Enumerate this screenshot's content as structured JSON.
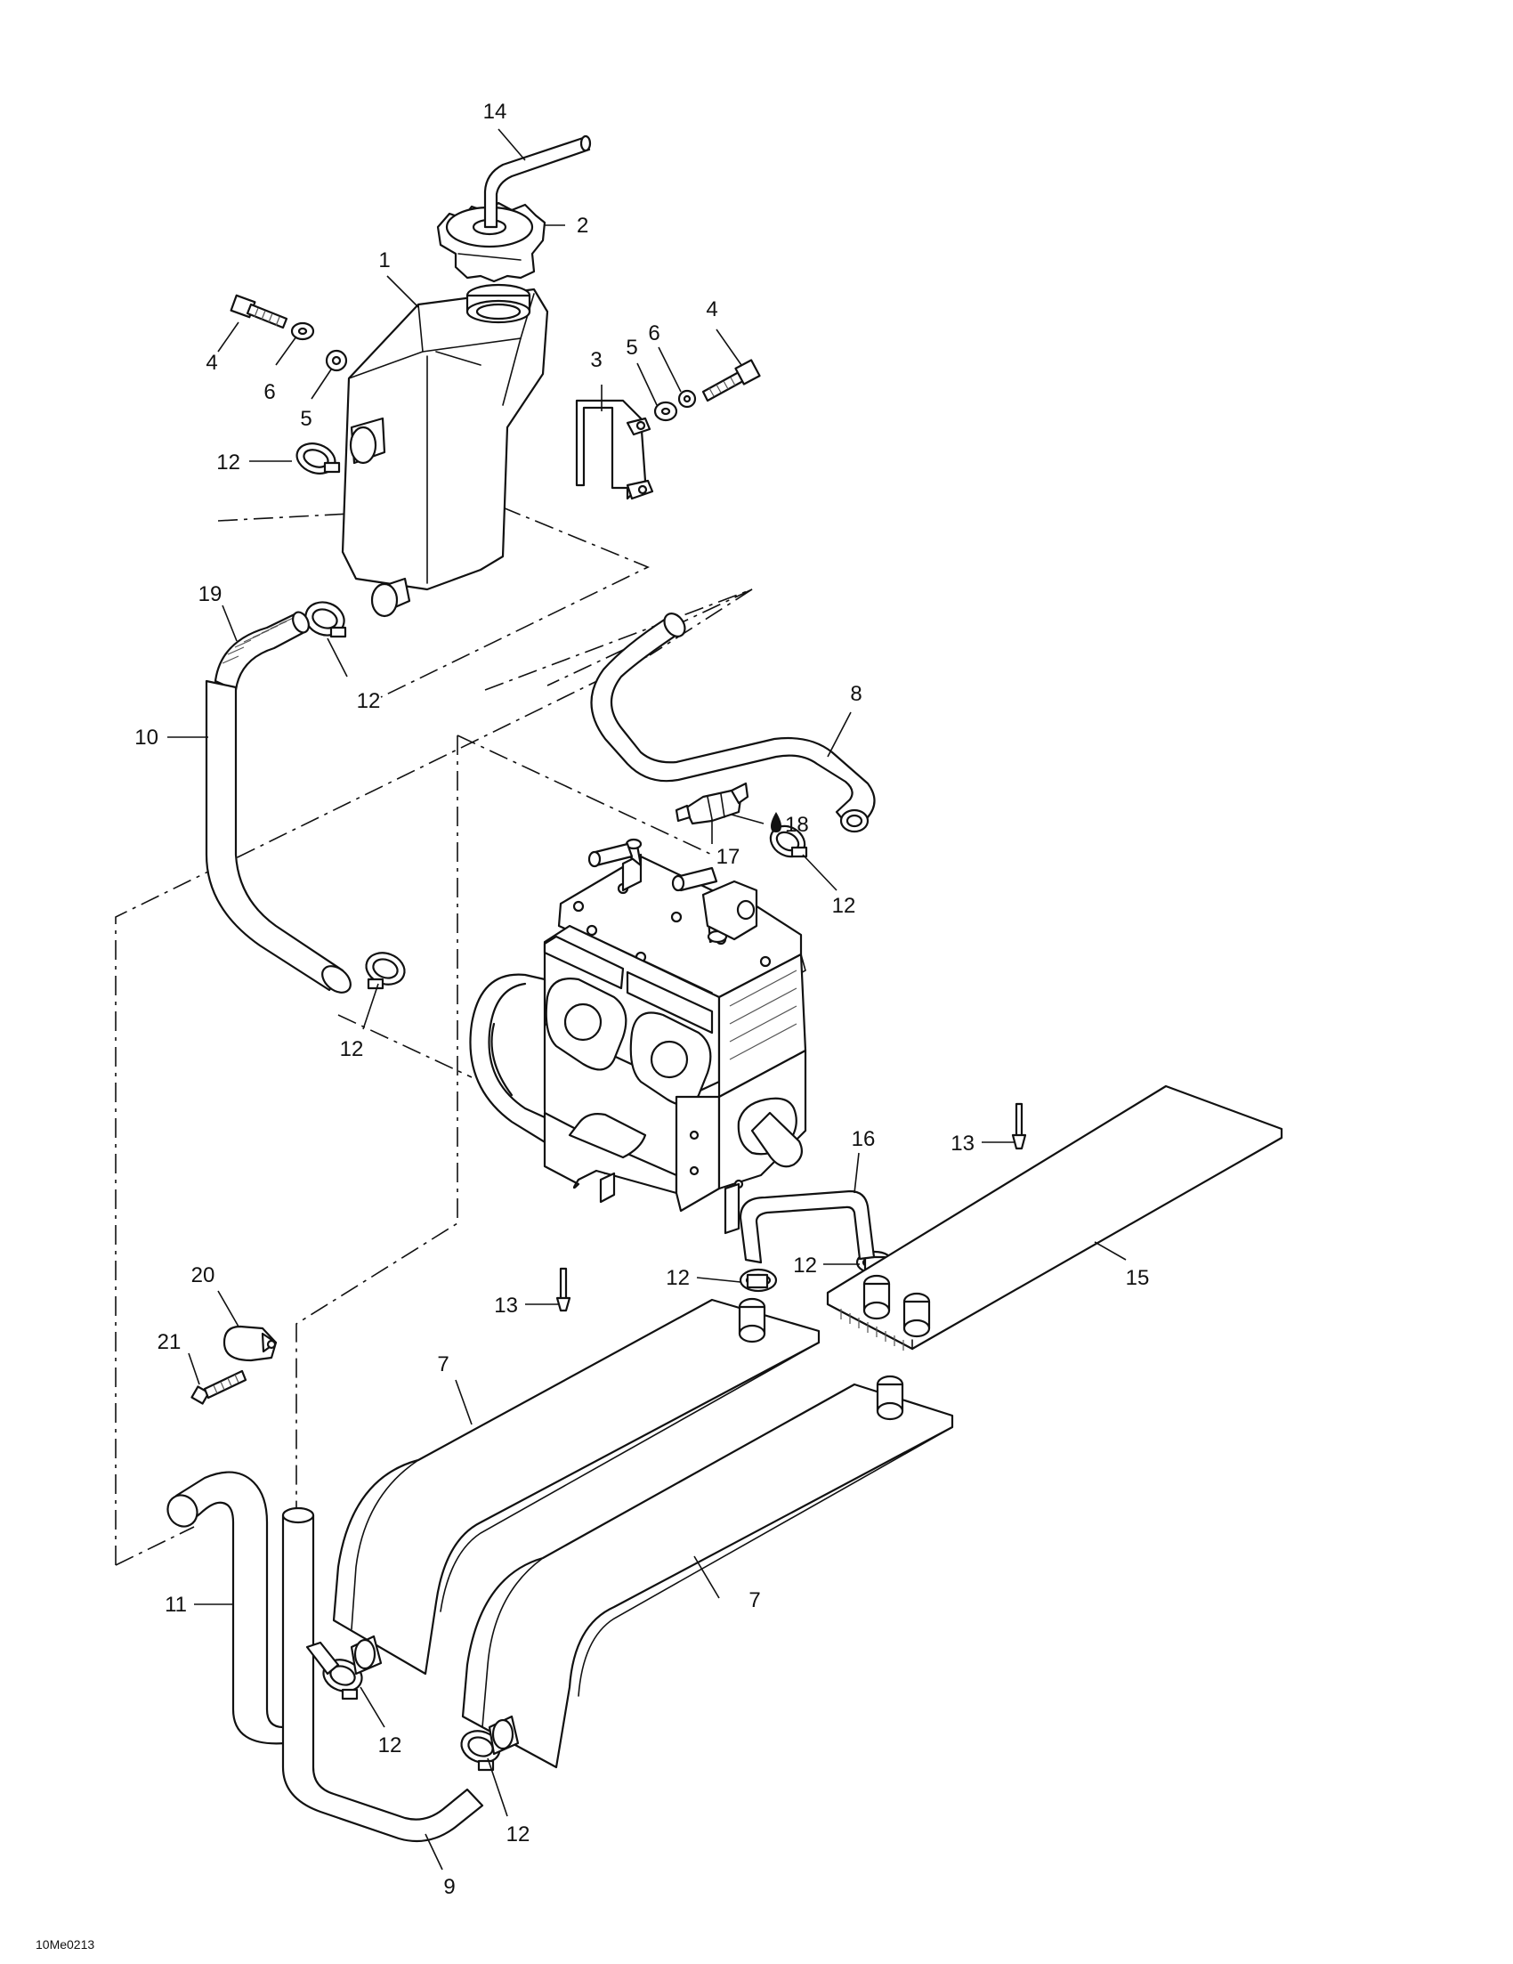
{
  "diagram": {
    "reference_code": "10Me0213",
    "oil_drop_symbol": "oil-drop-icon",
    "callouts": {
      "c1": "1",
      "c2": "2",
      "c3": "3",
      "c4a": "4",
      "c4b": "4",
      "c5a": "5",
      "c5b": "5",
      "c6a": "6",
      "c6b": "6",
      "c7a": "7",
      "c7b": "7",
      "c8": "8",
      "c9": "9",
      "c10": "10",
      "c11": "11",
      "c12a": "12",
      "c12b": "12",
      "c12c": "12",
      "c12d": "12",
      "c12e": "12",
      "c12f": "12",
      "c12g": "12",
      "c12h": "12",
      "c13a": "13",
      "c13b": "13",
      "c14": "14",
      "c15": "15",
      "c16": "16",
      "c17": "17",
      "c18": "18",
      "c19": "19",
      "c20": "20",
      "c21": "21"
    }
  }
}
